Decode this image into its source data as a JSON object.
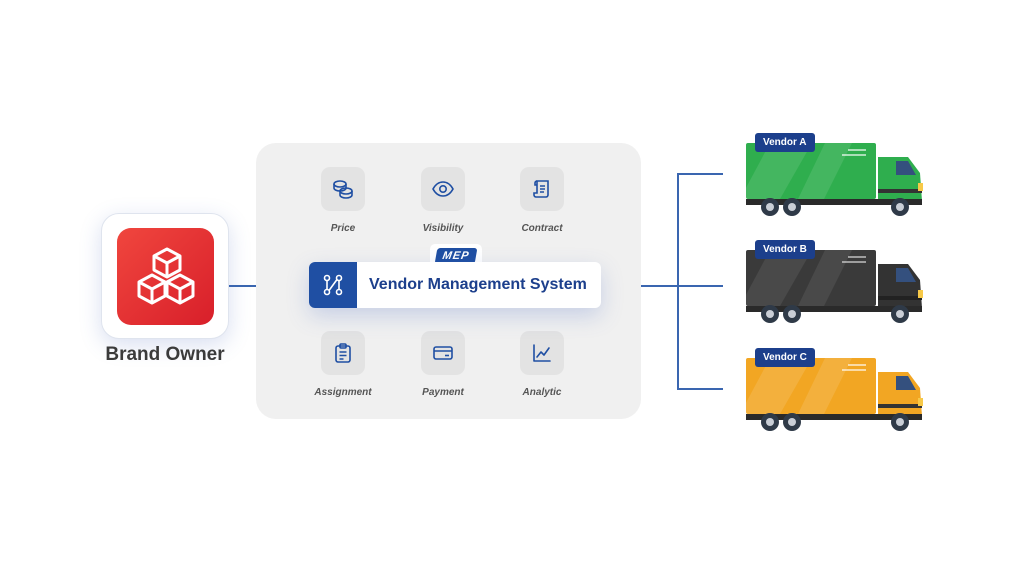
{
  "brand": {
    "label": "Brand Owner",
    "icon": "boxes-icon",
    "color": "#e12a31"
  },
  "system": {
    "logo": "MEP",
    "title": "Vendor Management System",
    "icon": "network-nodes-icon",
    "accent": "#1f4fa3"
  },
  "features": [
    {
      "label": "Price",
      "icon": "coins-icon"
    },
    {
      "label": "Visibility",
      "icon": "eye-icon"
    },
    {
      "label": "Contract",
      "icon": "scroll-icon"
    },
    {
      "label": "Assignment",
      "icon": "clipboard-icon"
    },
    {
      "label": "Payment",
      "icon": "card-icon"
    },
    {
      "label": "Analytic",
      "icon": "chart-line-icon"
    }
  ],
  "vendors": [
    {
      "label": "Vendor A",
      "color": "#2fae4e"
    },
    {
      "label": "Vendor B",
      "color": "#3a3a3a"
    },
    {
      "label": "Vendor C",
      "color": "#f2a623"
    }
  ]
}
